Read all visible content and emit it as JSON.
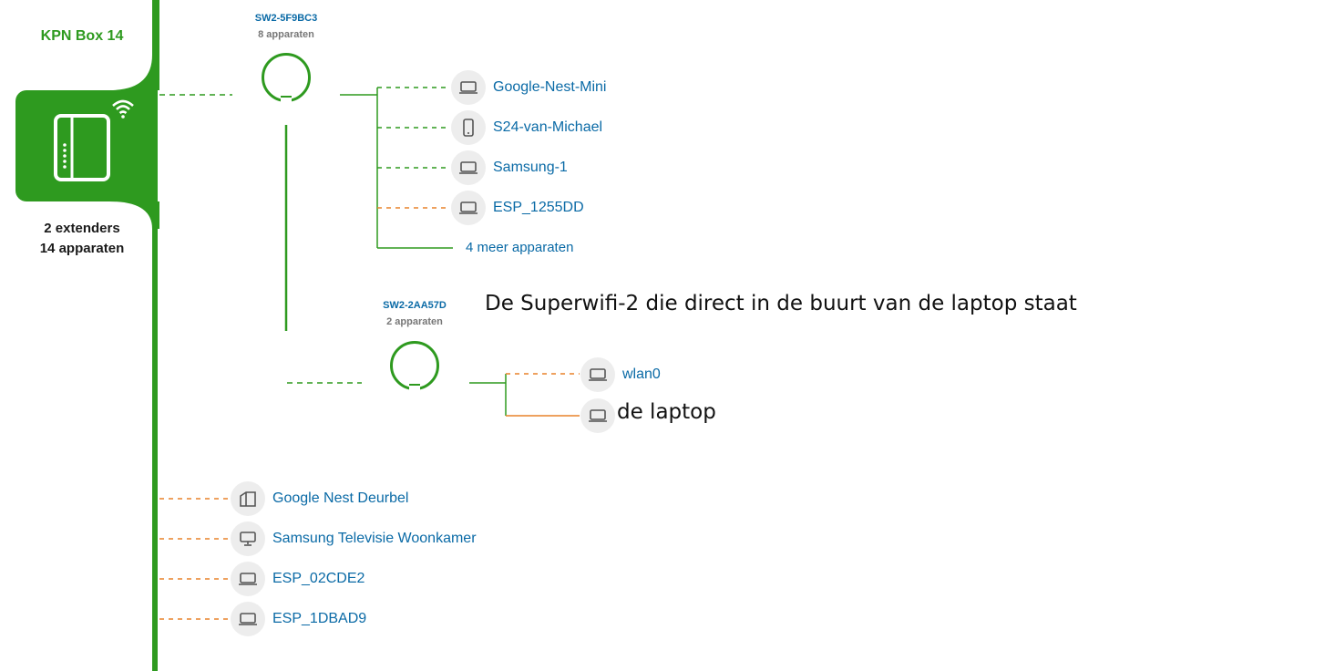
{
  "router": {
    "name": "KPN Box 14",
    "extenders": "2 extenders",
    "devices": "14 apparaten"
  },
  "extender1": {
    "name": "SW2-5F9BC3",
    "count": "8 apparaten",
    "devices": [
      {
        "label": "Google-Nest-Mini",
        "icon": "laptop-icon",
        "connection": "wifi-green"
      },
      {
        "label": "S24-van-Michael",
        "icon": "phone-icon",
        "connection": "wifi-green"
      },
      {
        "label": "Samsung-1",
        "icon": "laptop-icon",
        "connection": "wifi-green"
      },
      {
        "label": "ESP_1255DD",
        "icon": "laptop-icon",
        "connection": "wifi-orange"
      }
    ],
    "more": "4 meer apparaten"
  },
  "extender2": {
    "name": "SW2-2AA57D",
    "count": "2 apparaten",
    "annotation": "De Superwifi-2 die direct in de buurt van de laptop staat",
    "devices": [
      {
        "label": "wlan0",
        "icon": "laptop-icon",
        "connection": "wifi-orange"
      },
      {
        "label": "de laptop",
        "icon": "laptop-icon",
        "connection": "wired-orange"
      }
    ]
  },
  "router_devices": [
    {
      "label": "Google Nest Deurbel",
      "icon": "doorbell-icon",
      "connection": "wifi-orange"
    },
    {
      "label": "Samsung Televisie Woonkamer",
      "icon": "monitor-icon",
      "connection": "wifi-orange"
    },
    {
      "label": "ESP_02CDE2",
      "icon": "laptop-icon",
      "connection": "wifi-orange"
    },
    {
      "label": "ESP_1DBAD9",
      "icon": "laptop-icon",
      "connection": "wifi-orange"
    }
  ],
  "colors": {
    "green": "#2e9a1f",
    "orange": "#e8822a",
    "link_blue": "#0a6aa6",
    "icon_bg": "#ededed"
  }
}
